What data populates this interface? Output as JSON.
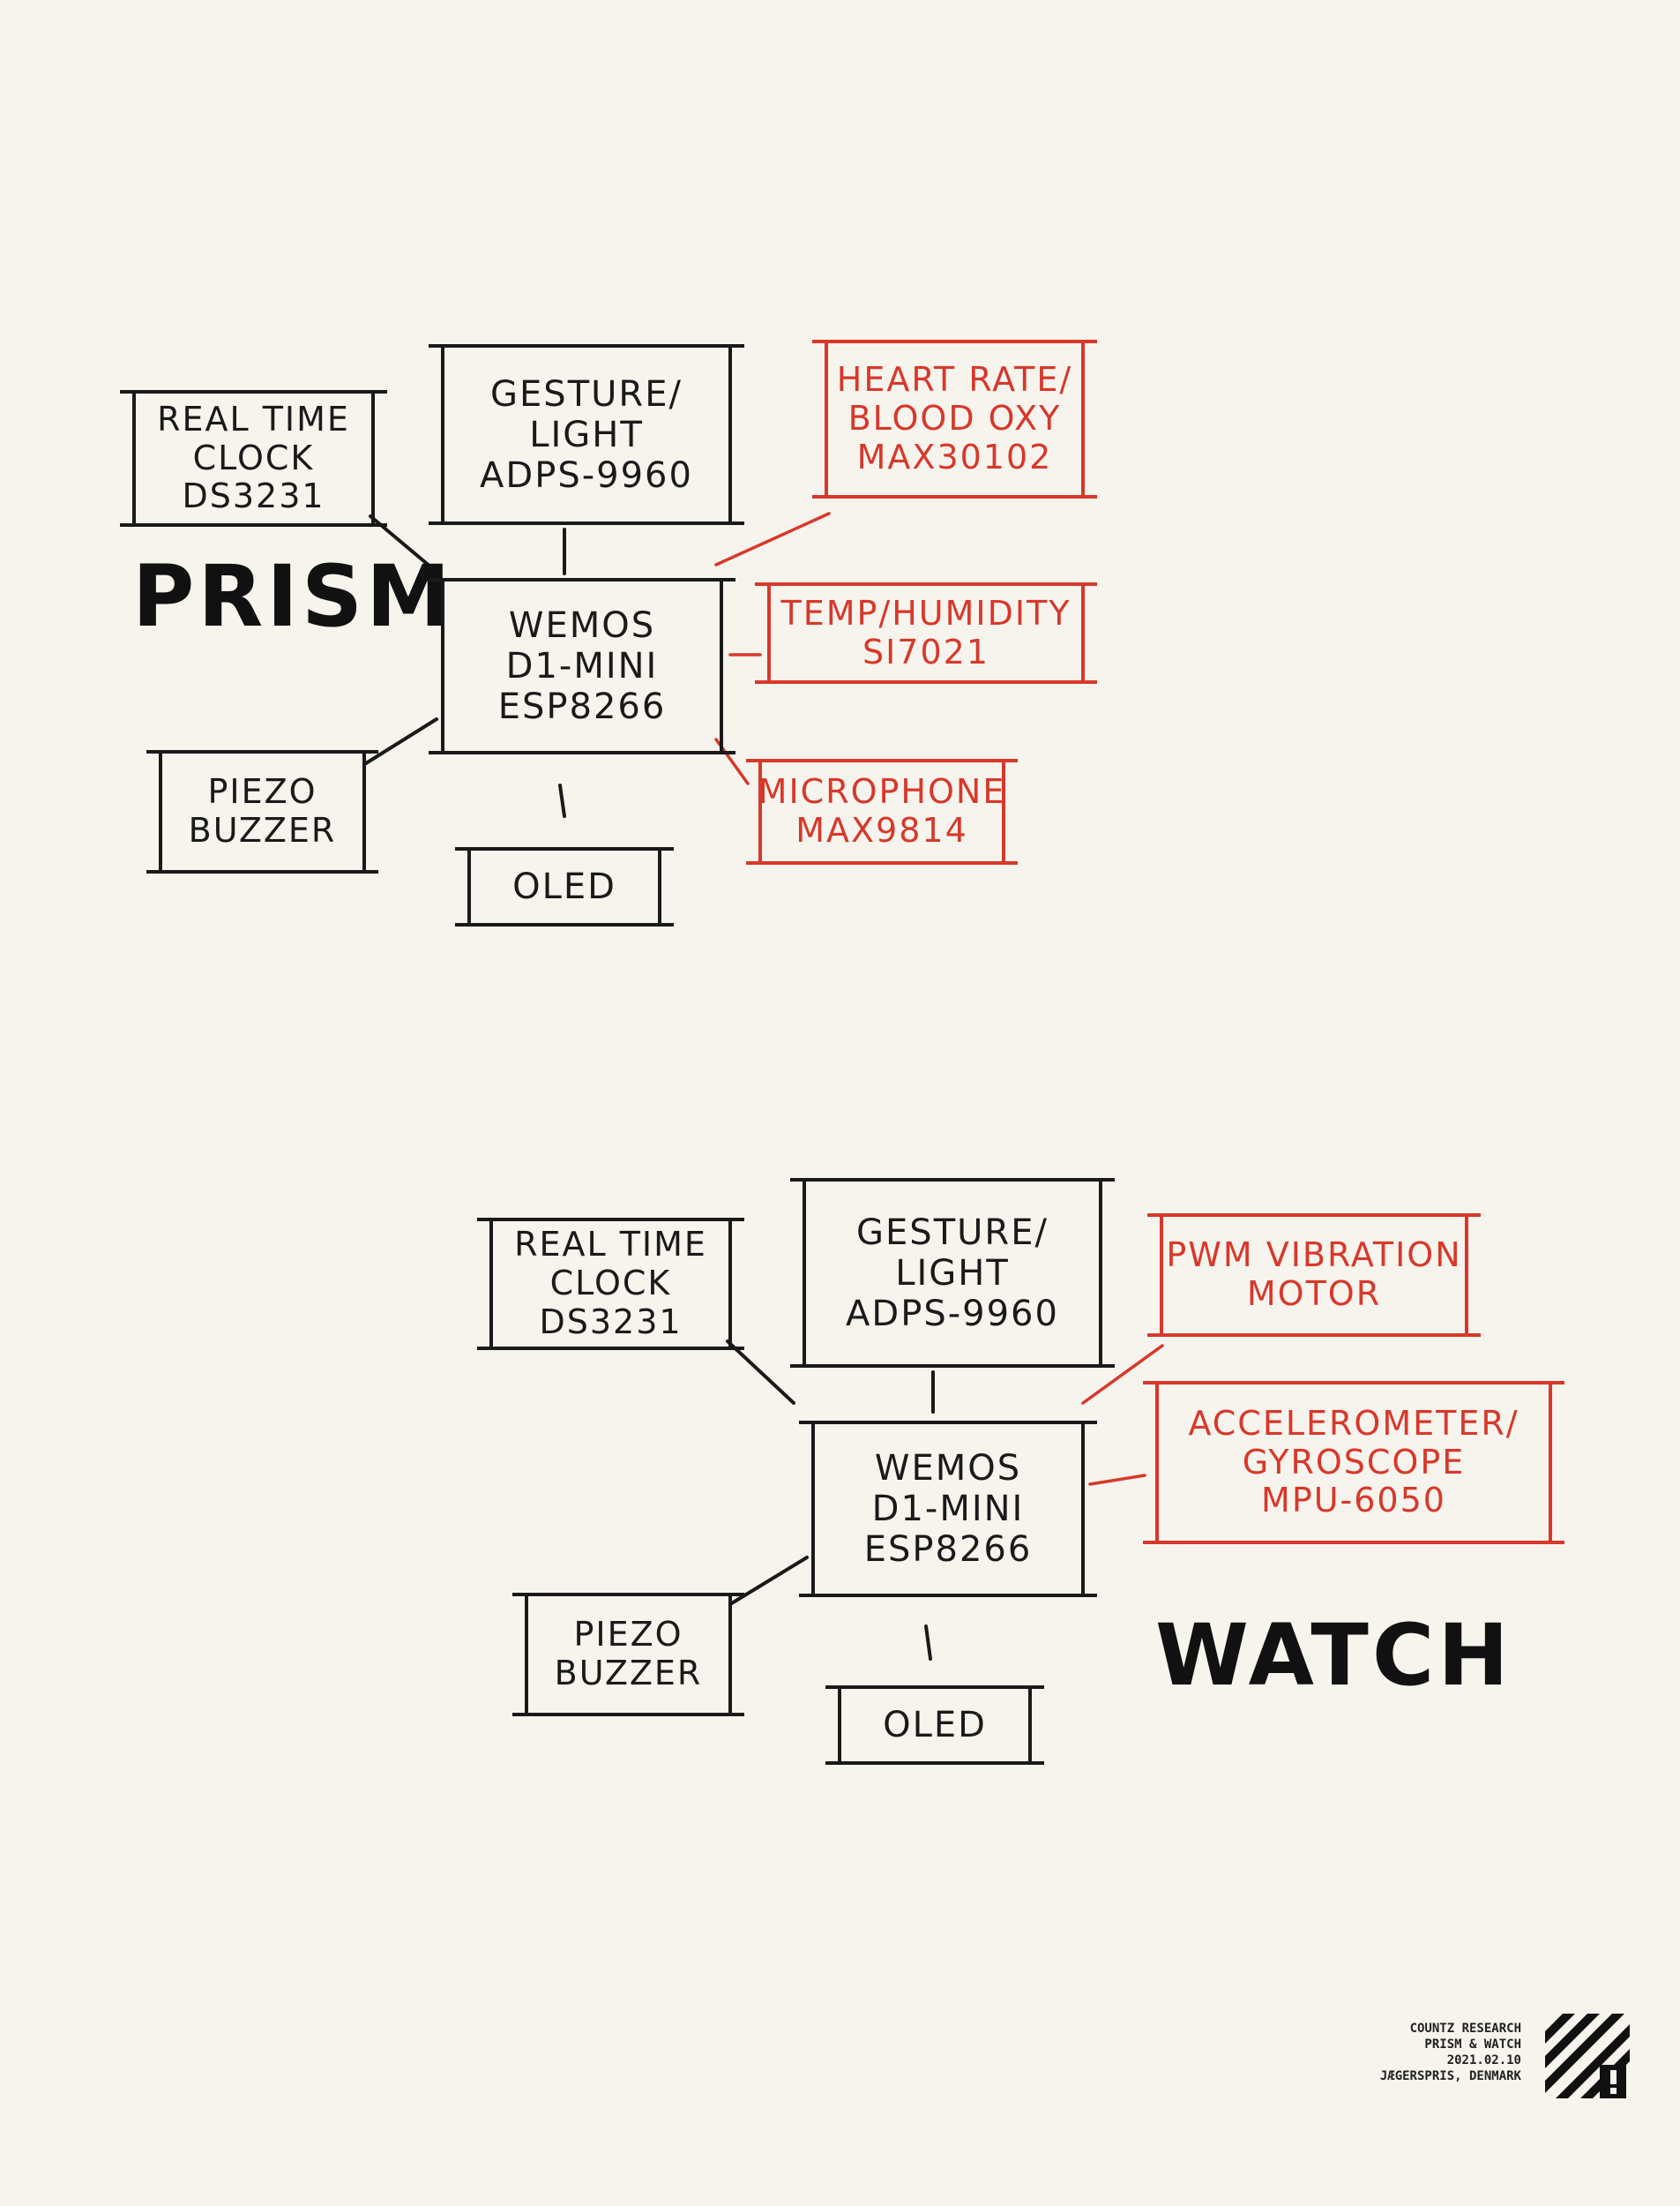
{
  "prism": {
    "title": "Prism",
    "rtc": [
      "Real time",
      "Clock",
      "DS3231"
    ],
    "gesture": [
      "Gesture/",
      "Light",
      "ADPS-9960"
    ],
    "heart": [
      "Heart Rate/",
      "Blood Oxy",
      "MAX30102"
    ],
    "mcu": [
      "Wemos",
      "D1-Mini",
      "ESP8266"
    ],
    "temp": [
      "Temp/Humidity",
      "SI7021"
    ],
    "piezo": [
      "Piezo",
      "Buzzer"
    ],
    "oled": "OLED",
    "mic": [
      "Microphone",
      "MAX9814"
    ]
  },
  "watch": {
    "title": "Watch",
    "rtc": [
      "Real time",
      "Clock",
      "DS3231"
    ],
    "gesture": [
      "Gesture/",
      "Light",
      "ADPS-9960"
    ],
    "vibration": [
      "PWM Vibration",
      "motor"
    ],
    "mcu": [
      "Wemos",
      "D1-Mini",
      "ESP8266"
    ],
    "accel": [
      "Accelerometer/",
      "Gyroscope",
      "MPU-6050"
    ],
    "piezo": [
      "Piezo",
      "Buzzer"
    ],
    "oled": "OLED"
  },
  "footer": {
    "line1": "COUNTZ RESEARCH",
    "line2": "PRISM & WATCH",
    "line3": "2021.02.10",
    "line4": "JÆGERSPRIS, DENMARK"
  },
  "colors": {
    "ink": "#1a1a1a",
    "accent": "#d8382a",
    "paper": "#f7f4ee"
  }
}
